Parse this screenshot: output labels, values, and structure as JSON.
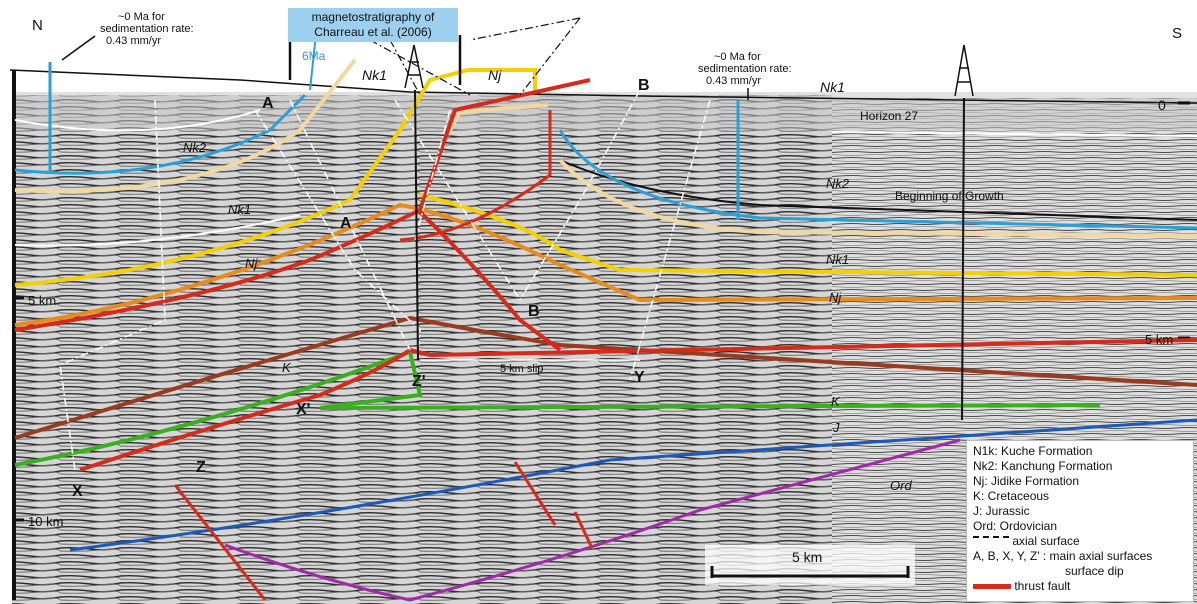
{
  "compass": {
    "north": "N",
    "south": "S"
  },
  "callouts": {
    "magneto": "magnetostratigraphy of Charreau et al. (2006)",
    "sed_left_1": "~0 Ma for",
    "sed_left_2": "sedimentation rate:",
    "sed_left_3": "0.43 mm/yr",
    "sed_right_1": "~0 Ma for",
    "sed_right_2": "sedimentation rate:",
    "sed_right_3": "0.43 mm/yr",
    "age_6ma": "6Ma"
  },
  "depth_scale": {
    "km0": "0",
    "km5_left": "5 km",
    "km5_right": "5 km",
    "km10": "10 km"
  },
  "horizons": {
    "horizon27": "Horizon 27",
    "growth": "Beginning of Growth",
    "nk1_top_a": "Nk1",
    "nk1_top_b": "Nk1",
    "nj_top": "Nj",
    "nk2_left": "Nk2",
    "nk1_left": "Nk1",
    "nj_left": "Nj",
    "k_left": "K",
    "nk2_right": "Nk2",
    "nk1_right": "Nk1",
    "nj_right": "Nj",
    "k_right": "K",
    "j_right": "J",
    "ord": "Ord"
  },
  "axial_labels": {
    "a_top": "A",
    "b_top": "B",
    "a_mid": "A",
    "b_mid": "B",
    "z_prime": "Z'",
    "x_prime": "X'",
    "y": "Y",
    "z": "Z",
    "x": "X"
  },
  "slip_label": "5 km slip",
  "scale_bar": "5 km",
  "legend": {
    "n1k": "N1k: Kuche Formation",
    "nk2": "Nk2: Kanchung Formation",
    "nj": "Nj: Jidike Formation",
    "k": "K: Cretaceous",
    "j": "J: Jurassic",
    "ord": "Ord: Ordovician",
    "axial": "axial surface",
    "main_axial": "A, B, X, Y, Z' : main axial surfaces",
    "dip": "surface dip",
    "thrust": "thrust fault"
  },
  "colors": {
    "nk2": "#2aa0d8",
    "nk1": "#f0d8a0",
    "nj": "#f4d000",
    "nj_deep": "#e88a1c",
    "k": "#9a3a1e",
    "k_green": "#3ab020",
    "j": "#1a5ab8",
    "ord": "#a02aa8",
    "thrust": "#d82a1a"
  }
}
